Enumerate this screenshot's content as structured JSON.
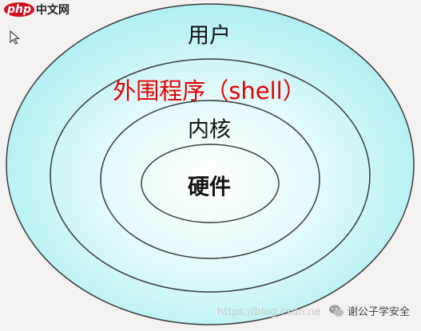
{
  "diagram": {
    "layers": {
      "user": "用户",
      "shell": "外围程序（shell）",
      "kernel": "内核",
      "hardware": "硬件"
    },
    "colors": {
      "fill_outer": "#b4f1f4",
      "fill_center": "#ffffff",
      "stroke": "#3b3b3b",
      "shell_text": "#e60000"
    }
  },
  "logo": {
    "badge": "php",
    "text": "中文网"
  },
  "watermark": {
    "url": "https://blog.csdn.ne",
    "account": "谢公子学安全",
    "icon": "wechat-icon"
  },
  "cursor": "cursor-arrow-icon"
}
